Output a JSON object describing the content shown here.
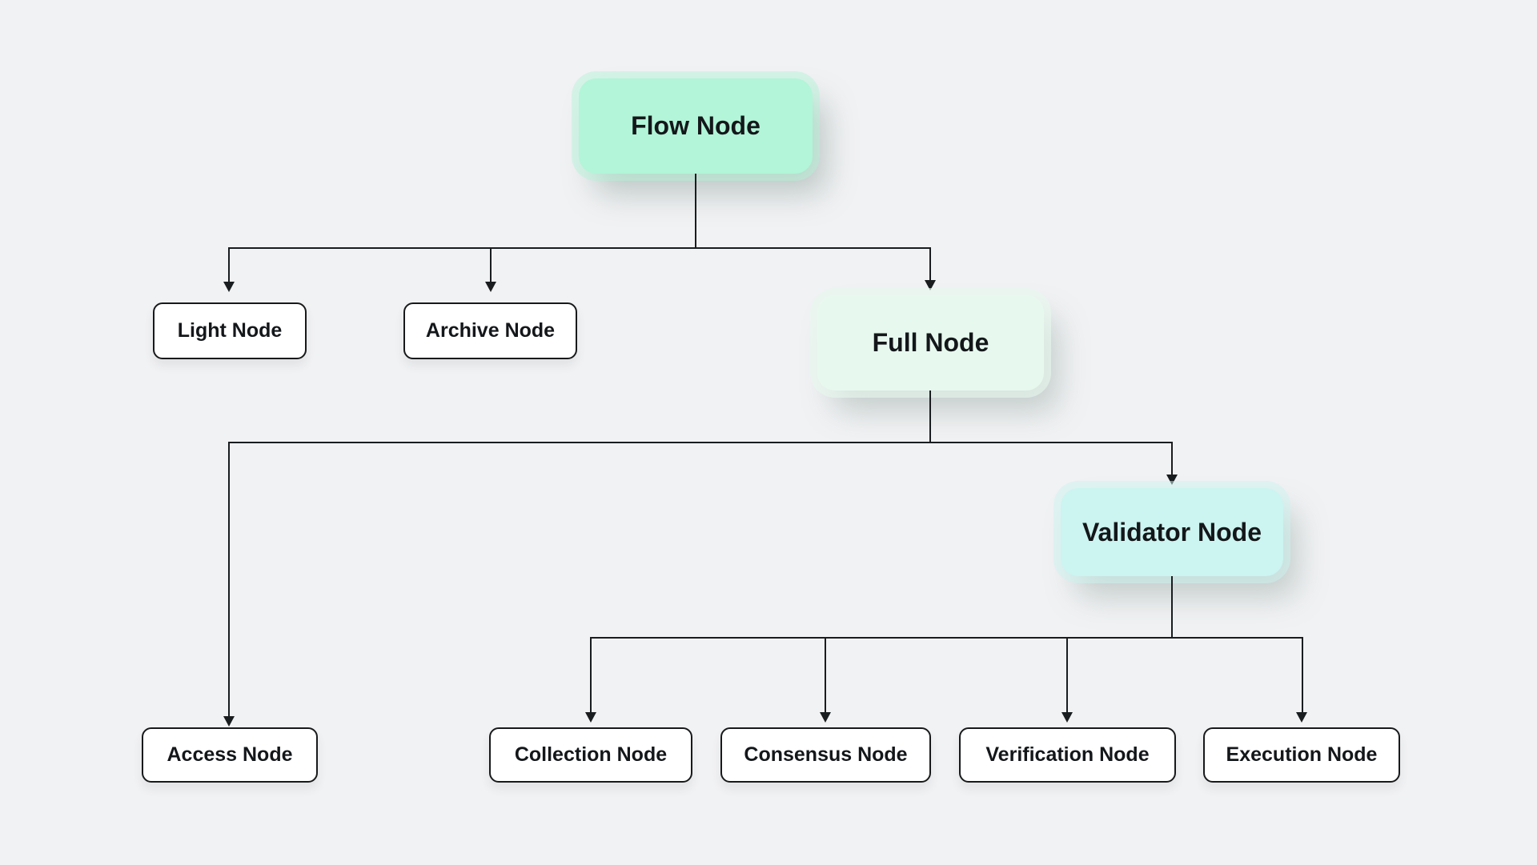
{
  "diagram": {
    "background_color": "#f1f2f4",
    "connector_color": "#1a1d1f",
    "text_color": "#14171a",
    "nodes": {
      "flow": {
        "label": "Flow Node",
        "fill": "#b2f5d8",
        "style": "highlight"
      },
      "light": {
        "label": "Light Node",
        "fill": "#ffffff",
        "style": "plain"
      },
      "archive": {
        "label": "Archive Node",
        "fill": "#ffffff",
        "style": "plain"
      },
      "full": {
        "label": "Full Node",
        "fill": "#e7f9ef",
        "style": "highlight"
      },
      "access": {
        "label": "Access Node",
        "fill": "#ffffff",
        "style": "plain"
      },
      "validator": {
        "label": "Validator Node",
        "fill": "#ccf4f0",
        "style": "highlight"
      },
      "collection": {
        "label": "Collection Node",
        "fill": "#ffffff",
        "style": "plain"
      },
      "consensus": {
        "label": "Consensus Node",
        "fill": "#ffffff",
        "style": "plain"
      },
      "verification": {
        "label": "Verification Node",
        "fill": "#ffffff",
        "style": "plain"
      },
      "execution": {
        "label": "Execution Node",
        "fill": "#ffffff",
        "style": "plain"
      }
    },
    "hierarchy": [
      {
        "parent": "Flow Node",
        "children": [
          "Light Node",
          "Archive Node",
          "Full Node"
        ]
      },
      {
        "parent": "Full Node",
        "children": [
          "Access Node",
          "Validator Node"
        ]
      },
      {
        "parent": "Validator Node",
        "children": [
          "Collection Node",
          "Consensus Node",
          "Verification Node",
          "Execution Node"
        ]
      }
    ]
  }
}
